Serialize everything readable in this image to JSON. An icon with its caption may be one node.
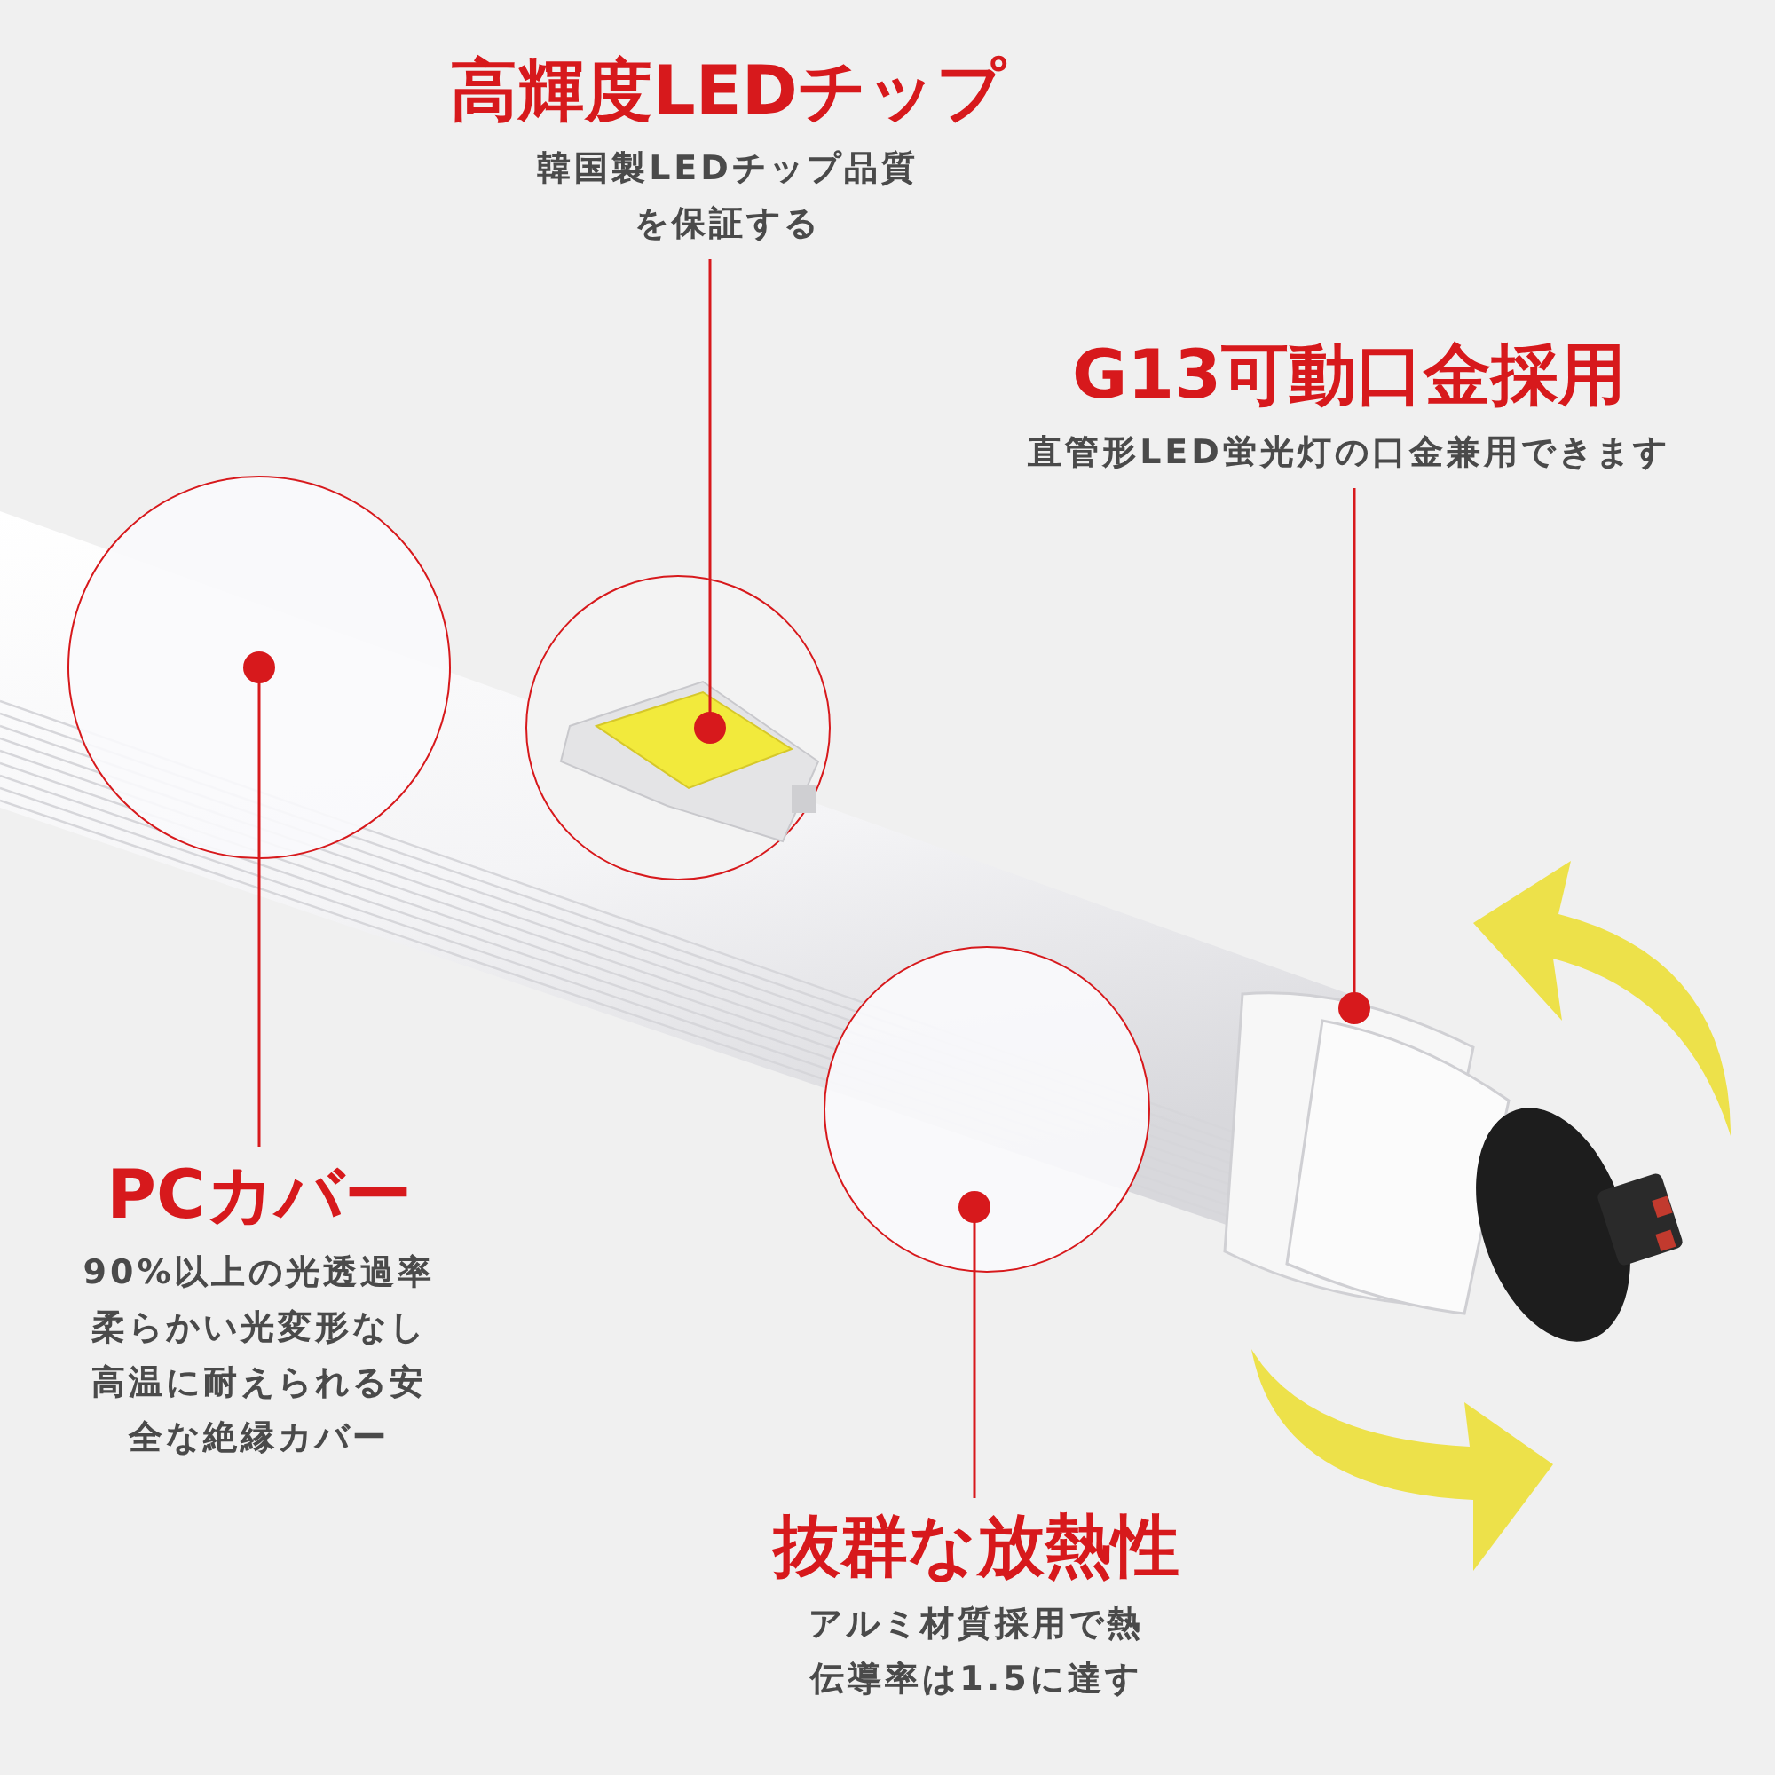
{
  "diagram": {
    "nodes": [
      {
        "text": [
          "高輝度LEDチップ",
          "韓国製LEDチップ品質を保証する"
        ]
      },
      {
        "text": [],
        "shape": "picture"
      },
      {
        "text": [
          "G13可動口金採用",
          "直管形LED蛍光灯の口金兼用できます"
        ]
      },
      {
        "text": [],
        "shape": "circle"
      },
      {
        "text": [],
        "shape": "circle"
      },
      {
        "text": [
          "PCカバー",
          "90%以上の光透過率柔らかい光変形なし高温に耐えられる安全な絶縁カバー"
        ]
      },
      {
        "text": [
          "抜群な放熱性",
          "アルミ材質採用で熱伝導率は1.5に達す"
        ]
      }
    ],
    "edges": [
      {
        "from": 0,
        "to": 1,
        "arrow": "other"
      },
      {
        "from": 2,
        "to": null,
        "arrow": "other"
      },
      {
        "from": 5,
        "to": 3,
        "arrow": "other"
      },
      {
        "from": 6,
        "to": 4,
        "arrow": "other"
      }
    ]
  }
}
